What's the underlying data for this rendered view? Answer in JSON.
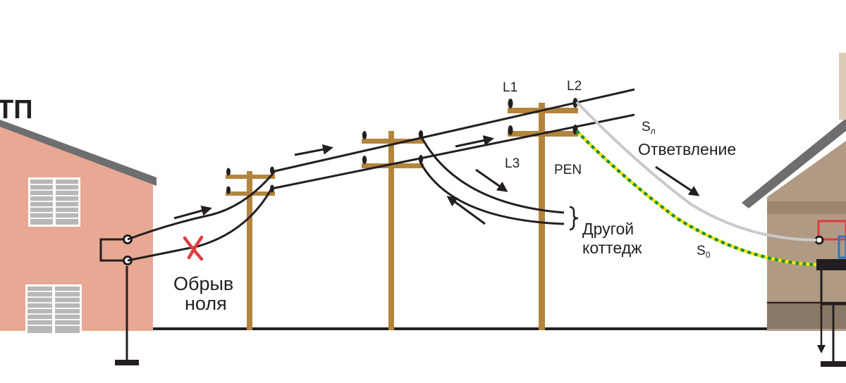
{
  "labels": {
    "substation": "ТП",
    "neutral_break_line1": "Обрыв",
    "neutral_break_line2": "ноля",
    "phase_l1": "L1",
    "phase_l2": "L2",
    "phase_l3": "L3",
    "pen": "PEN",
    "branch_section_base": "S",
    "branch_section_sub": "л",
    "branch": "Ответвление",
    "other_cottage_line1": "Другой",
    "other_cottage_line2": "коттедж",
    "zero_section_base": "S",
    "zero_section_sub": "0"
  },
  "colors": {
    "wire": "#231f20",
    "pole": "#b3853c",
    "house_wall": "#e8a893",
    "cottage_wall": "#b09a84",
    "roof": "#6d6e70",
    "break_mark": "#e03a3e",
    "pen_yellow": "#f2e600",
    "pen_green": "#1f8f3a",
    "branch_wire": "#c9c9c9",
    "ground": "#231f20"
  },
  "icons": {
    "break_mark": "red-cross-icon",
    "arrow": "arrow-icon",
    "ground": "ground-electrode-icon"
  }
}
